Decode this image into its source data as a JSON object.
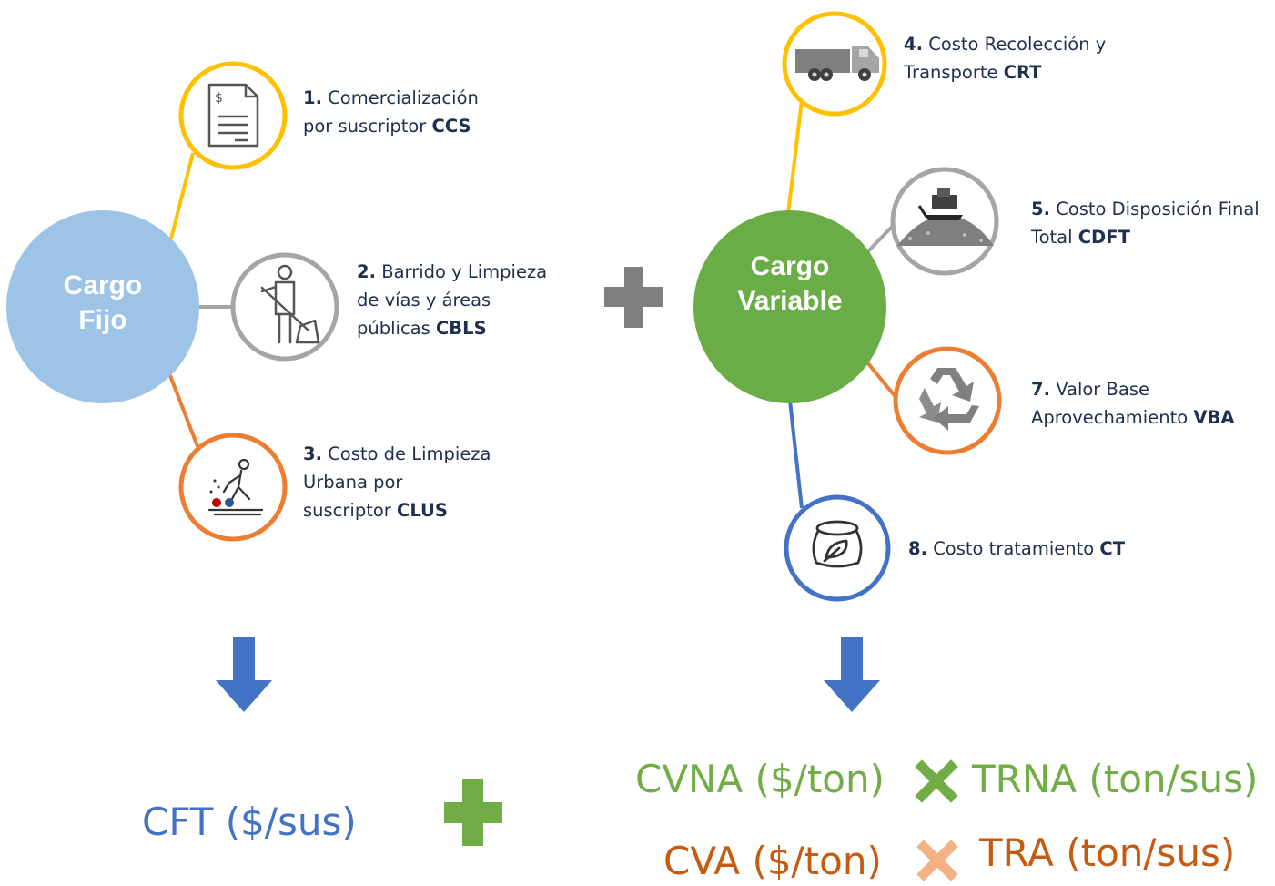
{
  "colors": {
    "fijo": "#9dc3e6",
    "variable": "#6aac46",
    "yellow": "#ffc000",
    "orange": "#ed7d31",
    "gray": "#a5a5a5",
    "blue": "#4472c4",
    "label_text": "#1f2f4f",
    "cft": "#4472c4",
    "cvna": "#70ad47",
    "cva": "#c55a11",
    "plus_gray": "#7f7f7f",
    "plus_green": "#70ad47",
    "x_green": "#70ad47",
    "x_orange": "#f4b183"
  },
  "hubs": {
    "fijo": {
      "line1": "Cargo",
      "line2": "Fijo"
    },
    "variable": {
      "line1": "Cargo",
      "line2": "Variable"
    }
  },
  "nodes": [
    {
      "num": "1.",
      "line1": "Comercialización",
      "line2_pre": "por suscriptor ",
      "code": "CCS",
      "icon": "invoice-icon"
    },
    {
      "num": "2.",
      "line1": "Barrido y Limpieza",
      "line2": "de vías y áreas",
      "line3_pre": "públicas ",
      "code": "CBLS",
      "icon": "street-sweeper-icon"
    },
    {
      "num": "3.",
      "line1": "Costo de Limpieza",
      "line2": "Urbana por",
      "line3_pre": "suscriptor ",
      "code": "CLUS",
      "icon": "urban-cleaning-icon"
    },
    {
      "num": "4.",
      "line1": "Costo Recolección y",
      "line2_pre": "Transporte ",
      "code": "CRT",
      "icon": "garbage-truck-icon"
    },
    {
      "num": "5.",
      "line1": "Costo Disposición Final",
      "line2_pre": "Total ",
      "code": "CDFT",
      "icon": "bulldozer-landfill-icon"
    },
    {
      "num": "7.",
      "line1": "Valor Base",
      "line2_pre": "Aprovechamiento ",
      "code": "VBA",
      "icon": "recycle-icon"
    },
    {
      "num": "8.",
      "line1_pre": "Costo tratamiento ",
      "code": "CT",
      "icon": "compost-bag-icon"
    }
  ],
  "formulas": {
    "cft": "CFT ($/sus)",
    "cvna": "CVNA ($/ton)",
    "trna": "TRNA (ton/sus)",
    "cva": "CVA ($/ton)",
    "tra": "TRA (ton/sus)"
  }
}
